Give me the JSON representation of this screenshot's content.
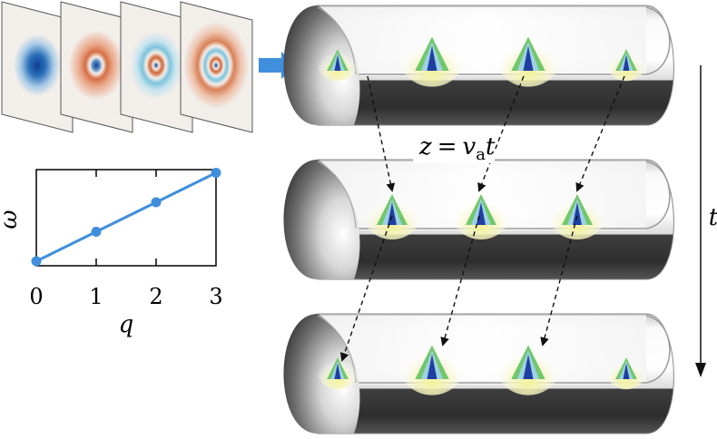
{
  "chart_data": {
    "type": "line",
    "x": [
      0,
      1,
      2,
      3
    ],
    "y": [
      0,
      1,
      2,
      3
    ],
    "xlabel": "q",
    "ylabel": "ω",
    "xticks": [
      "0",
      "1",
      "2",
      "3"
    ],
    "xlim": [
      0,
      3
    ],
    "ylim": [
      0,
      3
    ],
    "grid": false,
    "series_color": "#3f8fdc"
  },
  "diagram": {
    "equation": {
      "lhs": "z",
      "eq": "=",
      "v": "v",
      "sub": "a",
      "t": "t"
    },
    "time_label": "t",
    "colors": {
      "blue": "#2d6fb5",
      "orange": "#d8764e",
      "cyan": "#9fd0e3",
      "arrow_blue": "#3f8fdc",
      "peak_green": "#6fc86a",
      "peak_yellow": "#eef08a",
      "peak_blue": "#1f3fa0"
    }
  }
}
